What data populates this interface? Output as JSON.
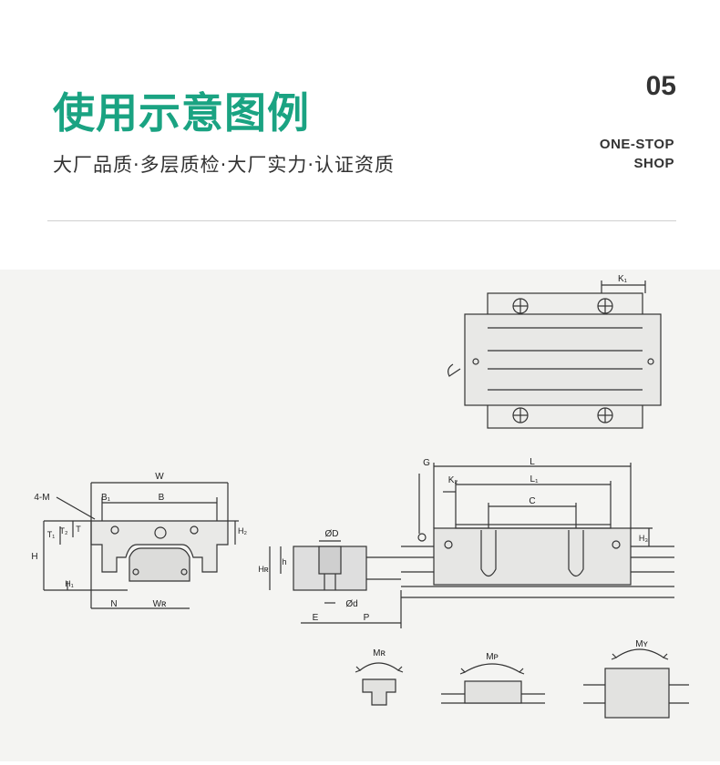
{
  "header": {
    "title": "使用示意图例",
    "subtitle": "大厂品质·多层质检·大厂实力·认证资质",
    "page_number": "05",
    "tag_line1": "ONE-STOP",
    "tag_line2": "SHOP"
  },
  "drawing": {
    "labels": {
      "K1": "K₁",
      "W": "W",
      "M4": "4-M",
      "B1": "B₁",
      "B": "B",
      "T1": "T₁",
      "T2": "T₂",
      "T": "T",
      "H2": "H₂",
      "H": "H",
      "H1": "H₁",
      "N": "N",
      "WR": "Wʀ",
      "G": "G",
      "L": "L",
      "K2": "K₂",
      "L1": "L₁",
      "C": "C",
      "H3": "H₃",
      "D": "ØD",
      "HR": "Hʀ",
      "h": "h",
      "d": "Ød",
      "E": "E",
      "P": "P",
      "MR": "Mʀ",
      "MP": "Mᴘ",
      "MY": "Mʏ"
    }
  }
}
